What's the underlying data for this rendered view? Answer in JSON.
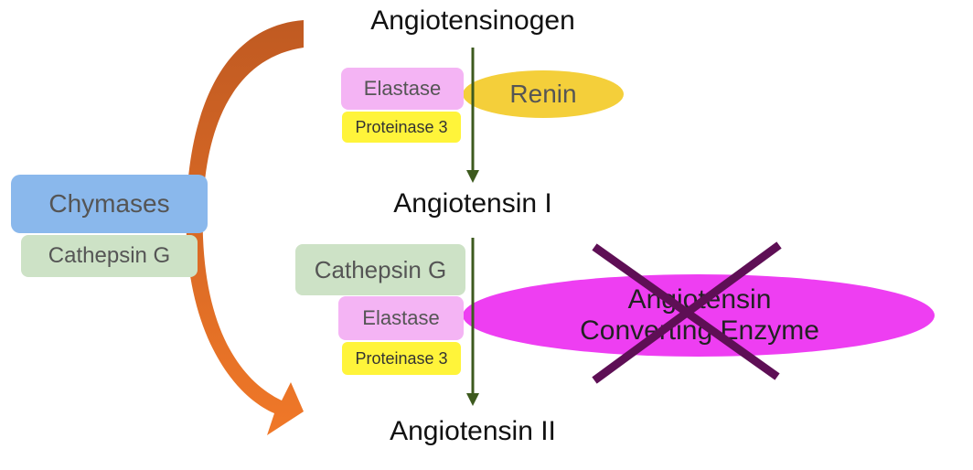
{
  "nodes": {
    "angiotensinogen": "Angiotensinogen",
    "angiotensin_1": "Angiotensin I",
    "angiotensin_2": "Angiotensin II"
  },
  "step1_enzymes": {
    "elastase": "Elastase",
    "proteinase3": "Proteinase 3",
    "renin": "Renin"
  },
  "step2_enzymes": {
    "cathepsin_g": "Cathepsin G",
    "elastase": "Elastase",
    "proteinase3": "Proteinase 3",
    "ace_line1": "Angiotensin",
    "ace_line2": "Converting Enzyme"
  },
  "bypass_enzymes": {
    "chymases": "Chymases",
    "cathepsin_g": "Cathepsin G"
  },
  "colors": {
    "arrow": "#3d5a1e",
    "bypass_arrow_top": "#c05a22",
    "bypass_arrow_bottom": "#f07828",
    "elastase": "#f4b4f4",
    "proteinase3": "#fff43a",
    "renin": "#f4cf3a",
    "chymases": "#8ab8ec",
    "cathepsin_g": "#cde2c6",
    "ace": "#ee3ef2",
    "cross": "#5e0f55"
  }
}
